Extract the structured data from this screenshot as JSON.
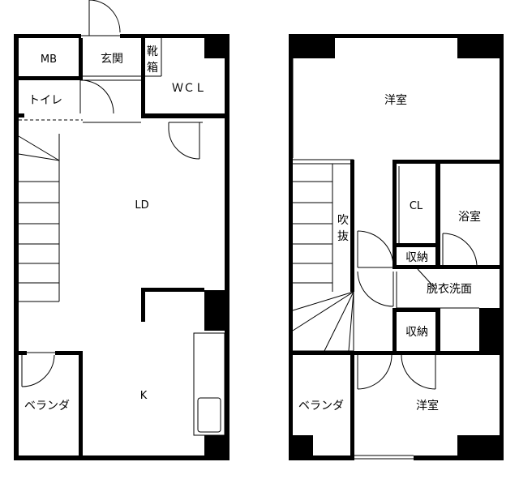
{
  "floor1": {
    "rooms": {
      "mb": "MB",
      "entrance": "玄関",
      "shoe_top": "靴",
      "shoe_bottom": "箱",
      "wcl": "ＷＣＬ",
      "toilet": "トイレ",
      "ld": "LD",
      "k": "K",
      "veranda": "ベランダ"
    }
  },
  "floor2": {
    "rooms": {
      "western_top": "洋室",
      "cl": "CL",
      "bath": "浴室",
      "fuki_top": "吹",
      "fuki_bottom": "抜",
      "storage_top": "収納",
      "washroom": "脱衣洗面",
      "storage_bottom": "収納",
      "veranda": "ベランダ",
      "western_bottom": "洋室"
    }
  }
}
